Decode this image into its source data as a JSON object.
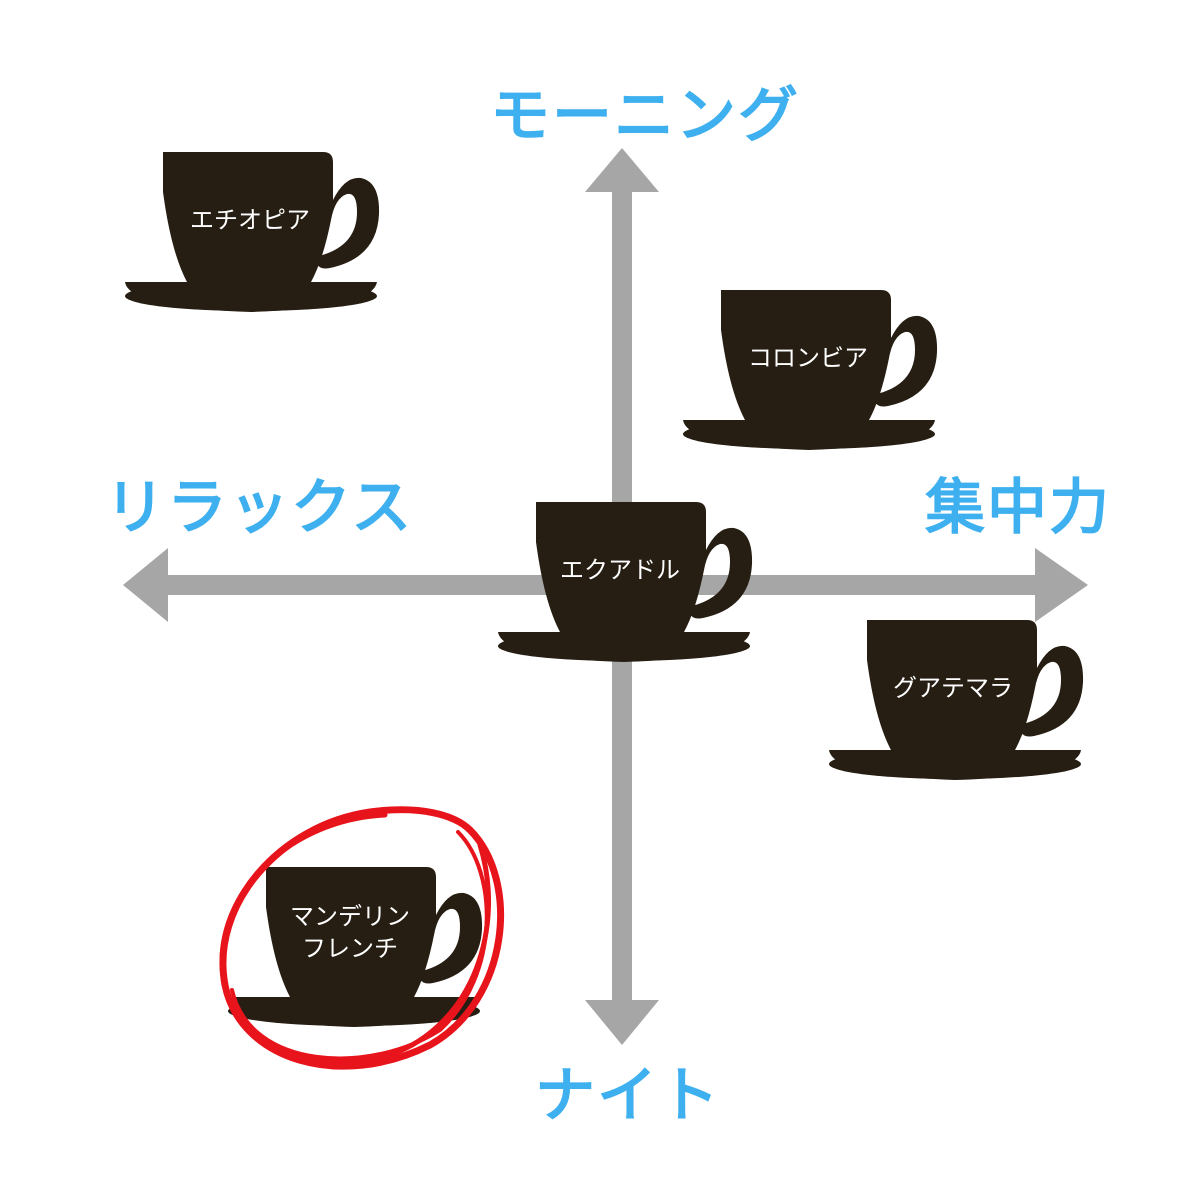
{
  "axes": {
    "top": "モーニング",
    "bottom": "ナイト",
    "left": "リラックス",
    "right": "集中力"
  },
  "cups": [
    {
      "label": "エチオピア"
    },
    {
      "label": "コロンビア"
    },
    {
      "label": "エクアドル"
    },
    {
      "label": "グアテマラ"
    },
    {
      "label": "マンデリン\nフレンチ",
      "highlighted": true
    }
  ],
  "colors": {
    "axis_label": "#3fb0ef",
    "arrow": "#a6a6a6",
    "cup": "#261e13",
    "cup_text": "#ffffff",
    "highlight_circle": "#e8141c"
  }
}
